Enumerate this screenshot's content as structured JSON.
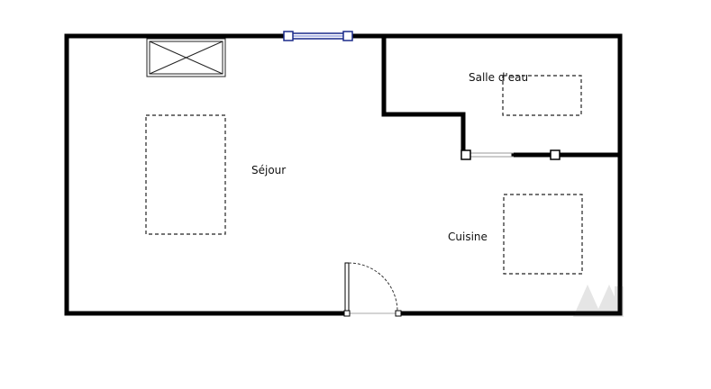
{
  "rooms": {
    "sejour": "Séjour",
    "salle_deau": "Salle d'eau",
    "cuisine": "Cuisine"
  },
  "colors": {
    "wall": "#000000",
    "window_frame": "#1a2a8a",
    "window_fill": "#ffffff",
    "furniture_outline": "#222222",
    "door_arc": "#333333"
  },
  "icons": {
    "door": "door-swing-icon",
    "window": "window-icon",
    "fireplace": "crossed-box-icon",
    "watermark": "watermark-logo"
  }
}
